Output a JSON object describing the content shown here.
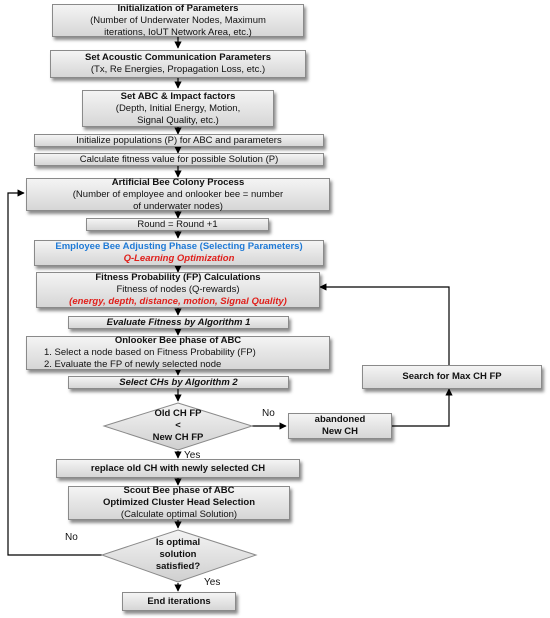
{
  "steps": {
    "init": {
      "title": "Initialization  of Parameters",
      "line1": "(Number of Underwater Nodes, Maximum",
      "line2": "iterations, IoUT Network Area, etc.)"
    },
    "acoustic": {
      "title": "Set Acoustic Communication  Parameters",
      "line1": "(Tx, Re Energies, Propagation Loss, etc.)"
    },
    "abc_factors": {
      "title": "Set ABC & Impact factors",
      "line1": "(Depth, Initial Energy, Motion,",
      "line2": "Signal Quality, etc.)"
    },
    "init_pop": {
      "line1": "Initialize populations (P) for ABC and parameters"
    },
    "calc_fitness": {
      "line1": "Calculate fitness value for possible Solution (P)"
    },
    "abc_process": {
      "title": "Artificial Bee Colony Process",
      "line1": "(Number of employee and onlooker bee = number",
      "line2": "of underwater nodes)"
    },
    "round": {
      "line1": "Round = Round +1"
    },
    "employee": {
      "title": "Employee Bee Adjusting Phase (Selecting Parameters)",
      "line1": "Q-Learning  Optimization"
    },
    "fp_calc": {
      "title": "Fitness Probability  (FP) Calculations",
      "line1": "Fitness of nodes (Q-rewards)",
      "line2": "(energy, depth, distance, motion, Signal Quality)"
    },
    "evaluate": {
      "line1": "Evaluate Fitness  by Algorithm 1"
    },
    "onlooker": {
      "title": "Onlooker Bee phase of ABC",
      "line1": "1.  Select a node based on Fitness Probability (FP)",
      "line2": "2.  Evaluate the FP of newly selected node"
    },
    "select_ch": {
      "line1": "Select CHs by Algorithm 2"
    },
    "replace": {
      "line1": "replace old CH with newly selected CH"
    },
    "scout": {
      "title": "Scout Bee phase of ABC",
      "line1": "Optimized Cluster Head Selection",
      "line2": "(Calculate optimal Solution)"
    },
    "end": {
      "line1": "End iterations"
    },
    "abandoned": {
      "line1": "abandoned",
      "line2": "New CH"
    },
    "search": {
      "line1": "Search for Max CH FP"
    }
  },
  "decisions": {
    "compare": {
      "line1": "Old CH FP",
      "line2": "<",
      "line3": "New CH FP"
    },
    "optimal": {
      "line1": "Is   optimal",
      "line2": "solution",
      "line3": "satisfied?"
    }
  },
  "labels": {
    "no1": "No",
    "yes1": "Yes",
    "no2": "No",
    "yes2": "Yes"
  },
  "colors": {
    "box_top": "#f4f4f4",
    "box_bottom": "#d6d6d6",
    "accent_blue": "#1f7ad6",
    "accent_red": "#e0201b"
  }
}
